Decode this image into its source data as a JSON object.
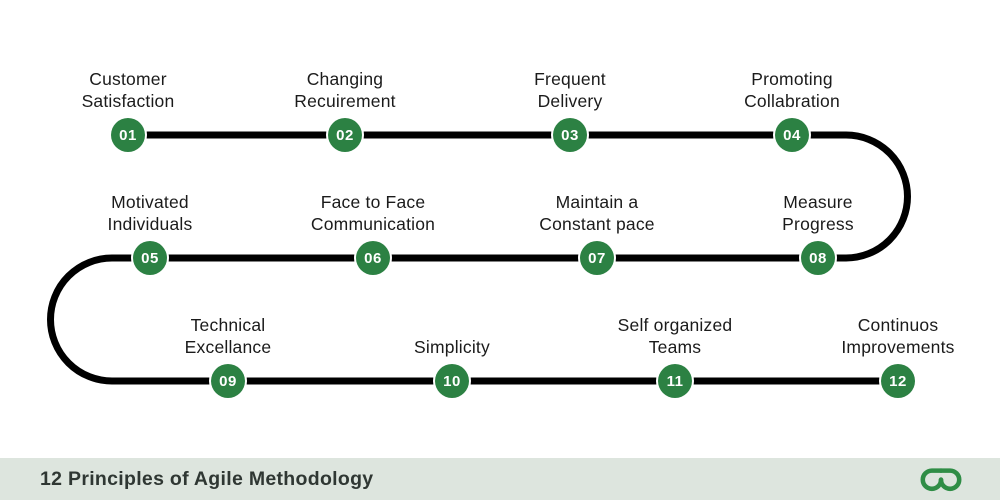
{
  "title": "12 Principles of Agile Methodology",
  "colors": {
    "node_green": "#2c8143",
    "logo_green": "#2f8d46",
    "footer_bg": "#dde5de",
    "line_black": "#000000",
    "label_text": "#1b1b1b",
    "title_text": "#2f3733"
  },
  "logo": {
    "name": "geeksforgeeks-logo"
  },
  "stations": [
    {
      "number": "01",
      "label_line1": "Customer",
      "label_line2": "Satisfaction"
    },
    {
      "number": "02",
      "label_line1": "Changing",
      "label_line2": "Recuirement"
    },
    {
      "number": "03",
      "label_line1": "Frequent",
      "label_line2": "Delivery"
    },
    {
      "number": "04",
      "label_line1": "Promoting",
      "label_line2": "Collabration"
    },
    {
      "number": "05",
      "label_line1": "Motivated",
      "label_line2": "Individuals"
    },
    {
      "number": "06",
      "label_line1": "Face to Face",
      "label_line2": "Communication"
    },
    {
      "number": "07",
      "label_line1": "Maintain a",
      "label_line2": "Constant pace"
    },
    {
      "number": "08",
      "label_line1": "Measure",
      "label_line2": "Progress"
    },
    {
      "number": "09",
      "label_line1": "Technical",
      "label_line2": "Excellance"
    },
    {
      "number": "10",
      "label_line1": "Simplicity",
      "label_line2": ""
    },
    {
      "number": "11",
      "label_line1": "Self organized",
      "label_line2": "Teams"
    },
    {
      "number": "12",
      "label_line1": "Continuos",
      "label_line2": "Improvements"
    }
  ]
}
